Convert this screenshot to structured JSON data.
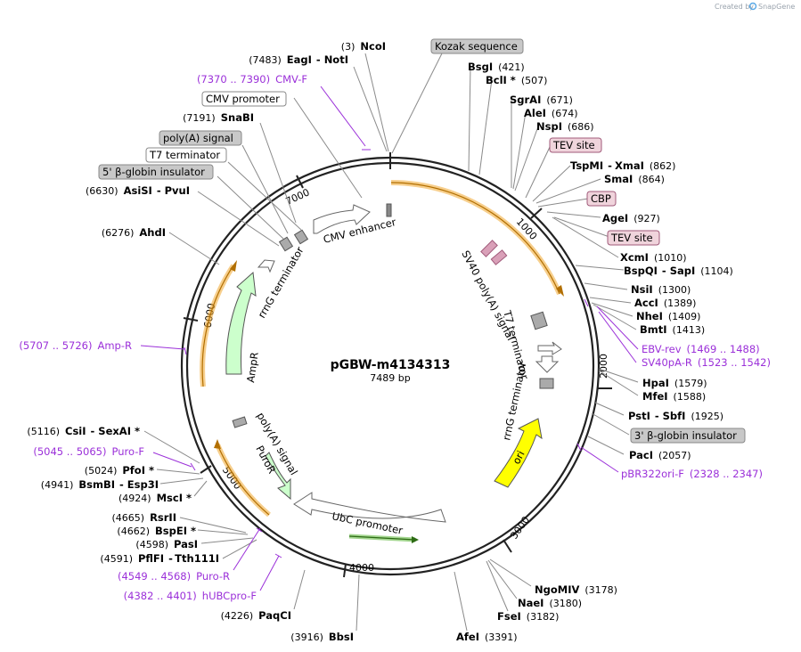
{
  "credit": {
    "prefix": "Created by",
    "brand": "SnapGene"
  },
  "plasmid": {
    "name": "pGBW-m4134313",
    "size": "7489 bp",
    "length": 7489
  },
  "ticks": [
    "1000",
    "2000",
    "3000",
    "4000",
    "5000",
    "6000",
    "7000"
  ],
  "sites": [
    {
      "name": "NcoI",
      "pos": "(3)"
    },
    {
      "name": "EagI",
      "pos": "(7483)",
      "sep": "-",
      "name2": "NotI"
    },
    {
      "name": "SnaBI",
      "pos": "(7191)"
    },
    {
      "name": "AsiSI",
      "pos": "(6630)",
      "sep": "-",
      "name2": "PvuI"
    },
    {
      "name": "AhdI",
      "pos": "(6276)"
    },
    {
      "name": "CsiI",
      "pos": "(5116)",
      "sep": "-",
      "name2": "SexAI *"
    },
    {
      "name": "PfoI *",
      "pos": "(5024)"
    },
    {
      "name": "BsmBI",
      "pos": "(4941)",
      "sep": "-",
      "name2": "Esp3I"
    },
    {
      "name": "MscI *",
      "pos": "(4924)"
    },
    {
      "name": "RsrII",
      "pos": "(4665)"
    },
    {
      "name": "BspEI *",
      "pos": "(4662)"
    },
    {
      "name": "PasI",
      "pos": "(4598)"
    },
    {
      "name": "PflFI",
      "pos": "(4591)",
      "sep": "-",
      "name2": "Tth111I"
    },
    {
      "name": "PaqCI",
      "pos": "(4226)"
    },
    {
      "name": "BbsI",
      "pos": "(3916)"
    },
    {
      "name": "AfeI",
      "pos": "(3391)"
    },
    {
      "name": "FseI",
      "pos": "(3182)"
    },
    {
      "name": "NaeI",
      "pos": "(3180)"
    },
    {
      "name": "NgoMIV",
      "pos": "(3178)"
    },
    {
      "name": "PacI",
      "pos": "(2057)"
    },
    {
      "name": "PstI",
      "pos": "(1925)",
      "sep": "-",
      "name2": "SbfI"
    },
    {
      "name": "MfeI",
      "pos": "(1588)"
    },
    {
      "name": "HpaI",
      "pos": "(1579)"
    },
    {
      "name": "BmtI",
      "pos": "(1413)"
    },
    {
      "name": "NheI",
      "pos": "(1409)"
    },
    {
      "name": "AccI",
      "pos": "(1389)"
    },
    {
      "name": "NsiI",
      "pos": "(1300)"
    },
    {
      "name": "BspQI",
      "pos": "(1104)",
      "sep": "-",
      "name2": "SapI"
    },
    {
      "name": "XcmI",
      "pos": "(1010)"
    },
    {
      "name": "AgeI",
      "pos": "(927)"
    },
    {
      "name": "SmaI",
      "pos": "(864)"
    },
    {
      "name": "TspMI",
      "pos": "(862)",
      "sep": "-",
      "name2": "XmaI"
    },
    {
      "name": "NspI",
      "pos": "(686)"
    },
    {
      "name": "AleI",
      "pos": "(674)"
    },
    {
      "name": "SgrAI",
      "pos": "(671)"
    },
    {
      "name": "BclI *",
      "pos": "(507)"
    },
    {
      "name": "BsgI",
      "pos": "(421)"
    }
  ],
  "primers": [
    {
      "range": "(7370 .. 7390)",
      "name": "CMV-F"
    },
    {
      "range": "(5707 .. 5726)",
      "name": "Amp-R"
    },
    {
      "range": "(5045 .. 5065)",
      "name": "Puro-F"
    },
    {
      "range": "(4549 .. 4568)",
      "name": "Puro-R"
    },
    {
      "range": "(4382 .. 4401)",
      "name": "hUBCpro-F"
    },
    {
      "name": "EBV-rev",
      "range": "(1469 .. 1488)"
    },
    {
      "name": "SV40pA-R",
      "range": "(1523 .. 1542)"
    },
    {
      "name": "pBR322ori-F",
      "range": "(2328 .. 2347)"
    }
  ],
  "boxed_features": [
    {
      "label": "Kozak sequence",
      "color": "#c8c8c8"
    },
    {
      "label": "CMV promoter",
      "color": "#ffffff"
    },
    {
      "label": "poly(A) signal",
      "color": "#c8c8c8"
    },
    {
      "label": "T7 terminator",
      "color": "#ffffff"
    },
    {
      "label": "5' β-globin insulator",
      "color": "#c8c8c8"
    },
    {
      "label": "TEV site",
      "color": "#f0d4dc"
    },
    {
      "label": "CBP",
      "color": "#f0d4dc"
    },
    {
      "label": "TEV site",
      "color": "#f0d4dc"
    },
    {
      "label": "3' β-globin insulator",
      "color": "#c8c8c8"
    }
  ],
  "inner_features": {
    "cmv_enhancer": "CMV enhancer",
    "sv40": "SV40 poly(A) signal",
    "t7": "T7 terminator",
    "rrng_right": "rrnG terminator",
    "ori": "ori",
    "ubc": "UbC promoter",
    "polya": "poly(A) signal",
    "puror": "PuroR",
    "ampr": "AmpR",
    "rrng_left": "rrnG terminator"
  },
  "colors": {
    "ori": "#ffff00",
    "resistance": "#ccffcc",
    "orf": "#f0a830",
    "primer": "#9b30d9",
    "tag": "#d9a0b8",
    "ubc_orf": "#66bb44"
  }
}
